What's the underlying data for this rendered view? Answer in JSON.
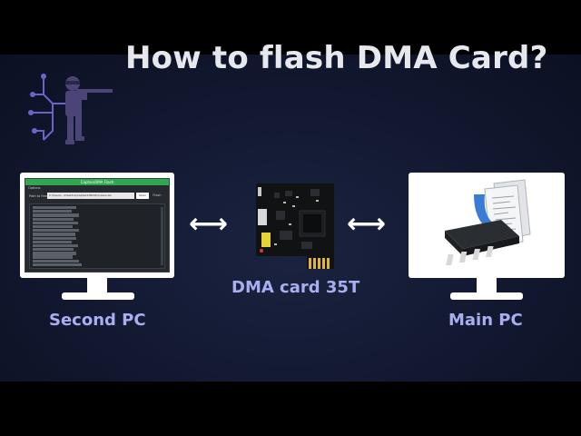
{
  "title": "How to flash DMA Card?",
  "card_label": "DMA card 35T",
  "left_label": "Second PC",
  "right_label": "Main PC",
  "arrows": {
    "left": "⟷",
    "right": "⟷"
  },
  "app": {
    "window_title": "CaptainDMA Flash",
    "menu": "Options",
    "file_label": "Path to firmware",
    "file_path": "C:\\Users\\...\\Desktop\\CaptainDMA\\firmware.bin",
    "open_label": "Open",
    "flash_label": "Flash"
  },
  "colors": {
    "background": "#121830",
    "title": "#e6e8ee",
    "label": "#a9aef0",
    "accent_green": "#2fa84f",
    "logo": "#6b63c9"
  }
}
